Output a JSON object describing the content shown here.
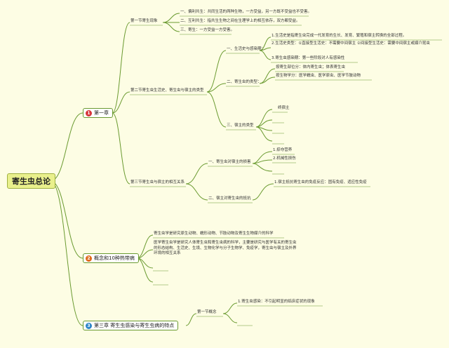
{
  "root": {
    "title": "寄生虫总论"
  },
  "chapters": [
    {
      "num": "1",
      "title": "第一章",
      "color": "#d6343a"
    },
    {
      "num": "2",
      "title": "概念和10种热带病",
      "color": "#e06a1c"
    },
    {
      "num": "3",
      "title": "第三章 寄生虫感染与寄生虫病的特点",
      "color": "#2e86c8"
    }
  ],
  "ch1": {
    "s1": {
      "title": "第一节寄生现象",
      "items": [
        "一、偏利共生：共同生活的两种生物，一方受益，另一方既不受益也不受害。",
        "二、互利共生：指共生生物之间在生理学上的相互依存，双方都受益。",
        "三、寄生：一方受益一方受害。"
      ]
    },
    "s2": {
      "title": "第二节寄生虫生活史、寄生虫与宿主的类型",
      "a": {
        "title": "一、生活史与感染期：",
        "items": [
          "1.生活史是指寄生虫完成一代发育的生长、发育、繁殖和宿主转换的全部过程。",
          "2.生活史类型：①直接型生活史：不需要中间宿主 ②间接型生活史：需要中间宿主或媒介昆虫",
          "3.寄生虫感染期：第一些阶段对人有感染性"
        ]
      },
      "b": {
        "title": "二、寄生虫的类型：",
        "items": [
          "按寄生部位分：体内寄生虫；体表寄生虫",
          "按生物学分：医学蠕虫、医学原虫、医学节肢动物"
        ]
      },
      "c": {
        "title": "三、宿主的类型",
        "items": [
          "终宿主",
          "",
          "",
          ""
        ]
      }
    },
    "s3": {
      "title": "第三节寄生虫与宿主的相互关系",
      "a": {
        "title": "一、寄生虫对宿主的损害",
        "items": [
          "1.掠夺营养",
          "2.机械性损伤",
          ""
        ]
      },
      "b": {
        "title": "二、宿主对寄生虫的抵抗",
        "items": [
          "1.宿主抵抗寄生虫的免疫反应：固有免疫、适应性免疫"
        ]
      }
    }
  },
  "ch2": {
    "items": [
      "寄生虫学是研究原生动物、蠕形动物、节肢动物及寄生生物媒介的科学",
      "医学寄生虫学是研究人体寄生虫和寄生虫病的科学，主要是研究与医学有关的寄生虫的形态结构、生活史、生境、生物化学与分子生物学、免疫学，寄生虫与宿主及外界环境的相互关系",
      "",
      ""
    ]
  },
  "ch3": {
    "s1": {
      "title": "第一节概念",
      "items": [
        "1.寄生虫感染：不引起明显的临床症状的现象",
        ""
      ]
    }
  },
  "colors": {
    "background": "#fdfde4",
    "branch": "#6a9a30",
    "root_fill": "#e9f08c"
  }
}
